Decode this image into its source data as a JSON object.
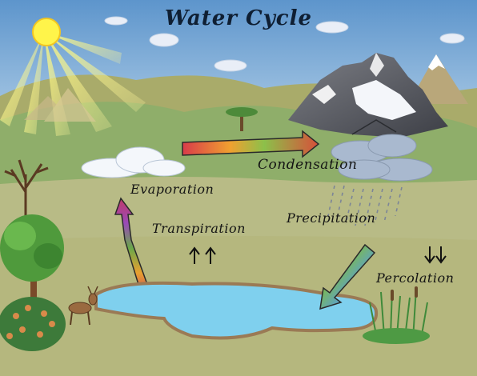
{
  "title": "Water Cycle",
  "labels": {
    "condensation": "Condensation",
    "evaporation": "Evaporation",
    "transpiration": "Transpiration",
    "precipitation": "Precipitation",
    "percolation": "Percolation"
  },
  "colors": {
    "sky": "#7aaad6",
    "sun": "#fff44a",
    "hills": "#a9ab6a",
    "field": "#b8bb86",
    "water": "#7fd0ee",
    "arrow_rainbow": [
      "#d93b4a",
      "#f0a030",
      "#7bb84a",
      "#8a5ad0"
    ]
  },
  "icons": [
    "sun-icon",
    "cloud-icon",
    "mountain-icon",
    "tree-icon",
    "deer-icon",
    "reeds-icon",
    "rain-icon",
    "up-arrows-icon",
    "down-arrows-icon"
  ]
}
